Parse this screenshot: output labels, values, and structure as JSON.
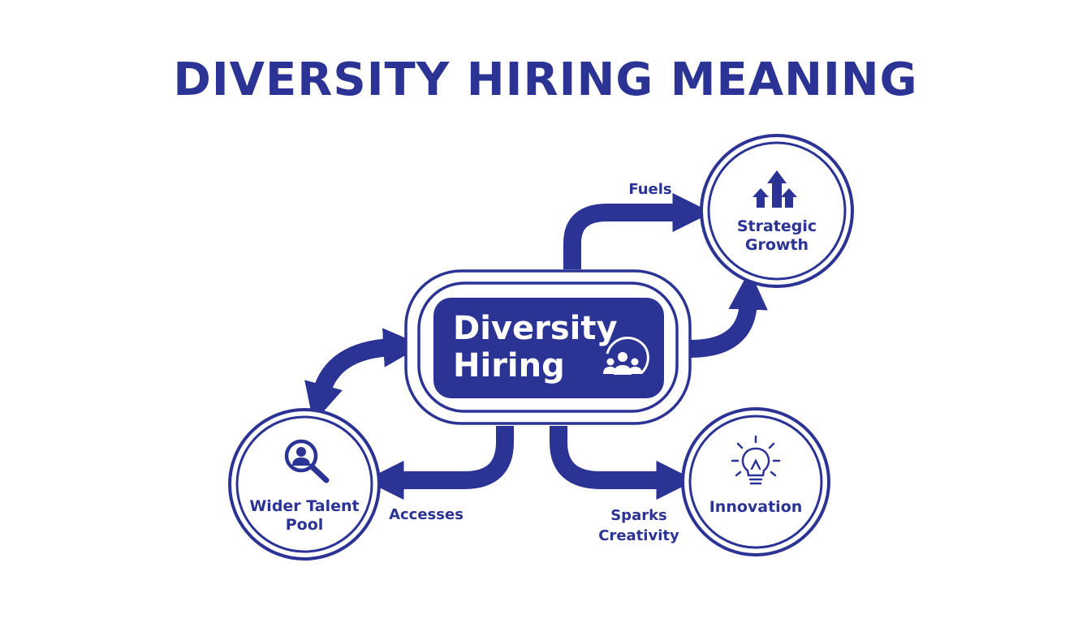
{
  "title": "DIVERSITY HIRING MEANING",
  "hub": {
    "line1": "Diversity",
    "line2": "Hiring"
  },
  "nodes": {
    "strategic_growth": {
      "line1": "Strategic",
      "line2": "Growth"
    },
    "innovation": {
      "line1": "Innovation"
    },
    "wider_talent_pool": {
      "line1": "Wider Talent",
      "line2": "Pool"
    }
  },
  "edges": {
    "fuels": {
      "line1": "Fuels"
    },
    "accesses": {
      "line1": "Accesses"
    },
    "sparks_creativity": {
      "line1": "Sparks",
      "line2": "Creativity"
    }
  },
  "icons": {
    "hub": "people-group-icon",
    "strategic_growth": "growth-arrows-icon",
    "innovation": "lightbulb-icon",
    "wider_talent_pool": "magnifier-person-icon"
  },
  "colors": {
    "primary": "#2b3394",
    "background": "#ffffff"
  }
}
